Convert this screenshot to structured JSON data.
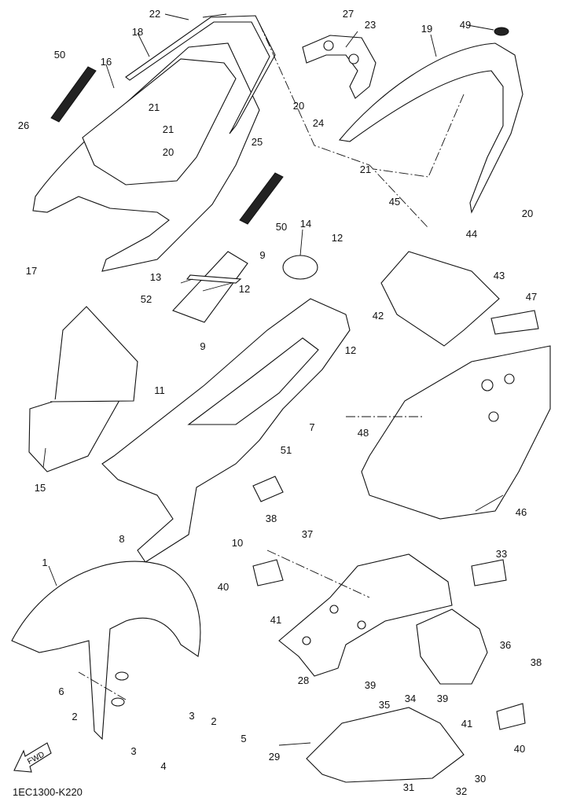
{
  "diagram": {
    "title": "Exploded parts diagram – fenders, rear cowling and rear frame",
    "code": "1EC1300-K220",
    "fwd_indicator": "FWD"
  },
  "callouts": [
    {
      "id": "1"
    },
    {
      "id": "2"
    },
    {
      "id": "2"
    },
    {
      "id": "3"
    },
    {
      "id": "3"
    },
    {
      "id": "4"
    },
    {
      "id": "5"
    },
    {
      "id": "6"
    },
    {
      "id": "7"
    },
    {
      "id": "8"
    },
    {
      "id": "9"
    },
    {
      "id": "9"
    },
    {
      "id": "10"
    },
    {
      "id": "11"
    },
    {
      "id": "12"
    },
    {
      "id": "12"
    },
    {
      "id": "12"
    },
    {
      "id": "13"
    },
    {
      "id": "14"
    },
    {
      "id": "15"
    },
    {
      "id": "16"
    },
    {
      "id": "17"
    },
    {
      "id": "18"
    },
    {
      "id": "19"
    },
    {
      "id": "20"
    },
    {
      "id": "20"
    },
    {
      "id": "20"
    },
    {
      "id": "21"
    },
    {
      "id": "21"
    },
    {
      "id": "21"
    },
    {
      "id": "22"
    },
    {
      "id": "23"
    },
    {
      "id": "24"
    },
    {
      "id": "25"
    },
    {
      "id": "26"
    },
    {
      "id": "27"
    },
    {
      "id": "28"
    },
    {
      "id": "29"
    },
    {
      "id": "30"
    },
    {
      "id": "31"
    },
    {
      "id": "32"
    },
    {
      "id": "33"
    },
    {
      "id": "34"
    },
    {
      "id": "35"
    },
    {
      "id": "36"
    },
    {
      "id": "37"
    },
    {
      "id": "38"
    },
    {
      "id": "38"
    },
    {
      "id": "39"
    },
    {
      "id": "39"
    },
    {
      "id": "40"
    },
    {
      "id": "40"
    },
    {
      "id": "41"
    },
    {
      "id": "41"
    },
    {
      "id": "42"
    },
    {
      "id": "43"
    },
    {
      "id": "44"
    },
    {
      "id": "45"
    },
    {
      "id": "46"
    },
    {
      "id": "47"
    },
    {
      "id": "48"
    },
    {
      "id": "49"
    },
    {
      "id": "50"
    },
    {
      "id": "50"
    },
    {
      "id": "51"
    },
    {
      "id": "52"
    }
  ]
}
